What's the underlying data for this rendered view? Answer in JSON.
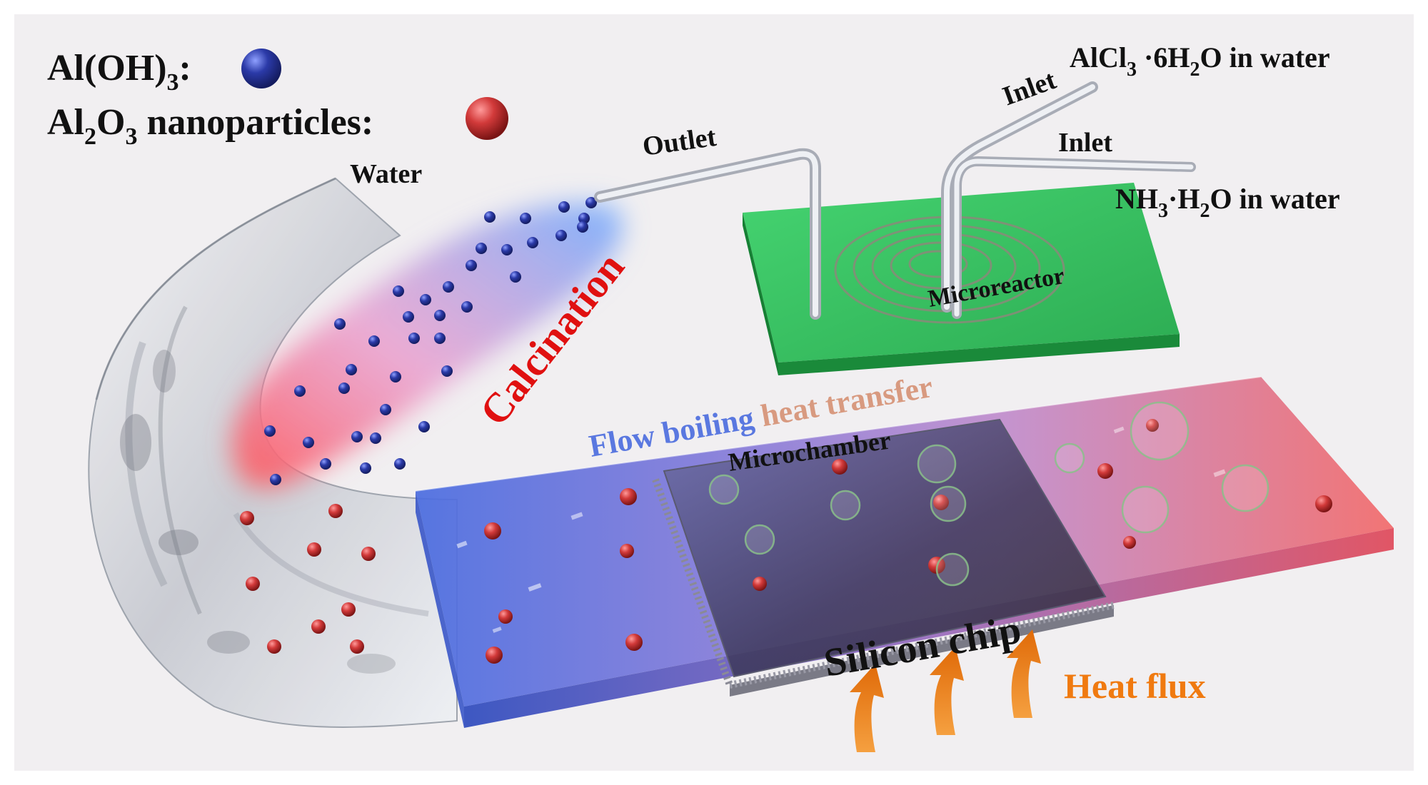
{
  "legend": {
    "aloh3_prefix": "Al(OH)",
    "aloh3_sub": "3",
    "aloh3_suffix": ":",
    "al2o3_a": "Al",
    "al2o3_sub1": "2",
    "al2o3_b": "O",
    "al2o3_sub2": "3",
    "al2o3_suffix": " nanoparticles:"
  },
  "labels": {
    "water": "Water",
    "outlet": "Outlet",
    "inlet_top": "Inlet",
    "inlet_right": "Inlet",
    "alcl3_a": "AlCl",
    "alcl3_sub": "3",
    "alcl3_b": " ·6H",
    "alcl3_sub2": "2",
    "alcl3_c": "O in water",
    "nh3_a": "NH",
    "nh3_sub": "3",
    "nh3_b": "·H",
    "nh3_sub2": "2",
    "nh3_c": "O in water",
    "microreactor": "Microreactor",
    "calcination": "Calcination",
    "flow_boiling_1": "Flow boiling ",
    "flow_boiling_2": "heat transfer",
    "microchamber": "Microchamber",
    "silicon_chip": "Silicon chip",
    "heat_flux": "Heat flux"
  },
  "colors": {
    "aloh3_particle": "#2b3aa8",
    "al2o3_particle": "#d23a3a",
    "microreactor": "#2ec55a",
    "calcination": "#e01010",
    "heat_flux": "#f07a10",
    "channel_cold": "#4a6ce0",
    "channel_hot": "#f26a6a"
  }
}
